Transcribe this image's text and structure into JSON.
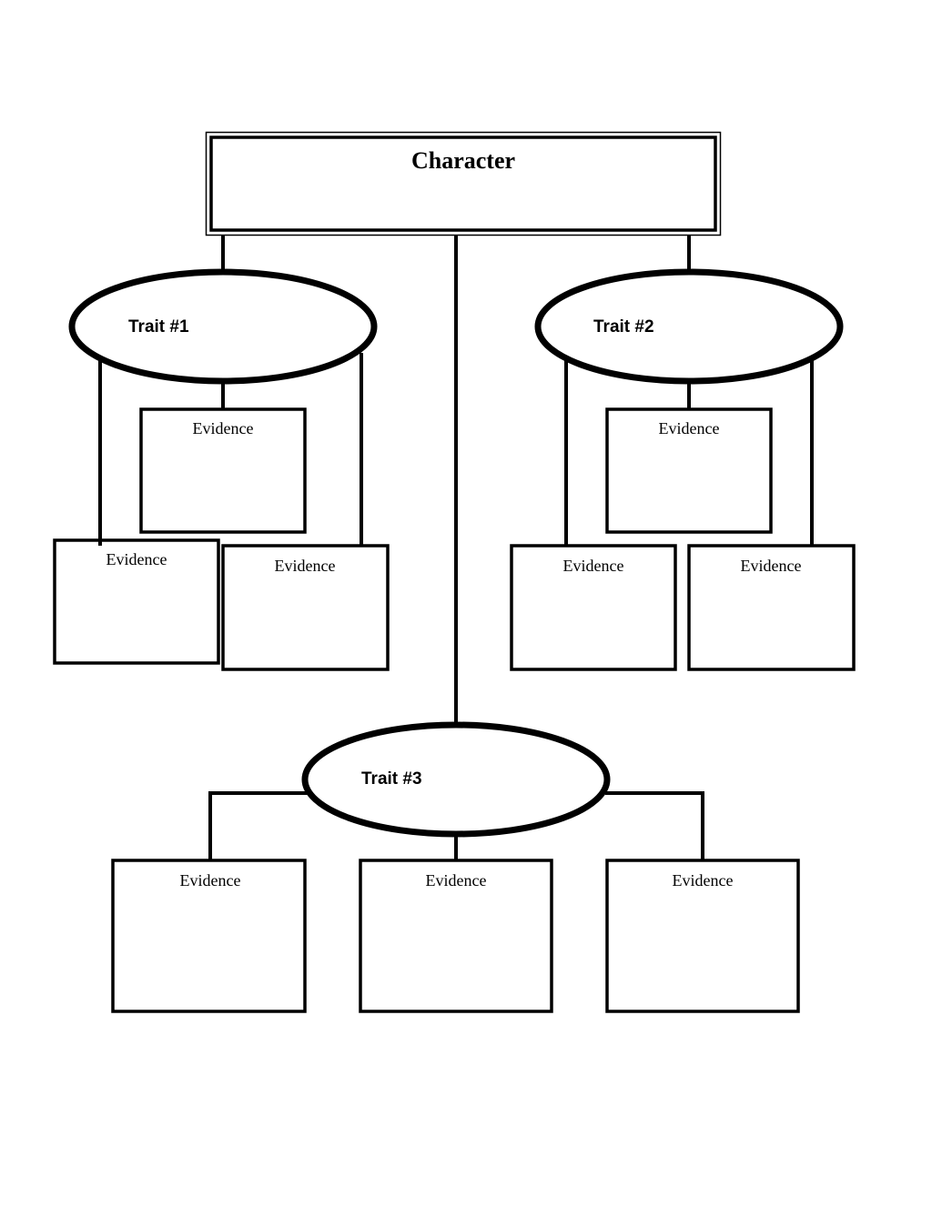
{
  "title": "Character",
  "traits": [
    {
      "label": "Trait #1",
      "evidence": [
        "Evidence",
        "Evidence",
        "Evidence"
      ]
    },
    {
      "label": "Trait #2",
      "evidence": [
        "Evidence",
        "Evidence",
        "Evidence"
      ]
    },
    {
      "label": "Trait #3",
      "evidence": [
        "Evidence",
        "Evidence",
        "Evidence"
      ]
    }
  ],
  "colors": {
    "stroke": "#000000",
    "background": "#ffffff"
  }
}
